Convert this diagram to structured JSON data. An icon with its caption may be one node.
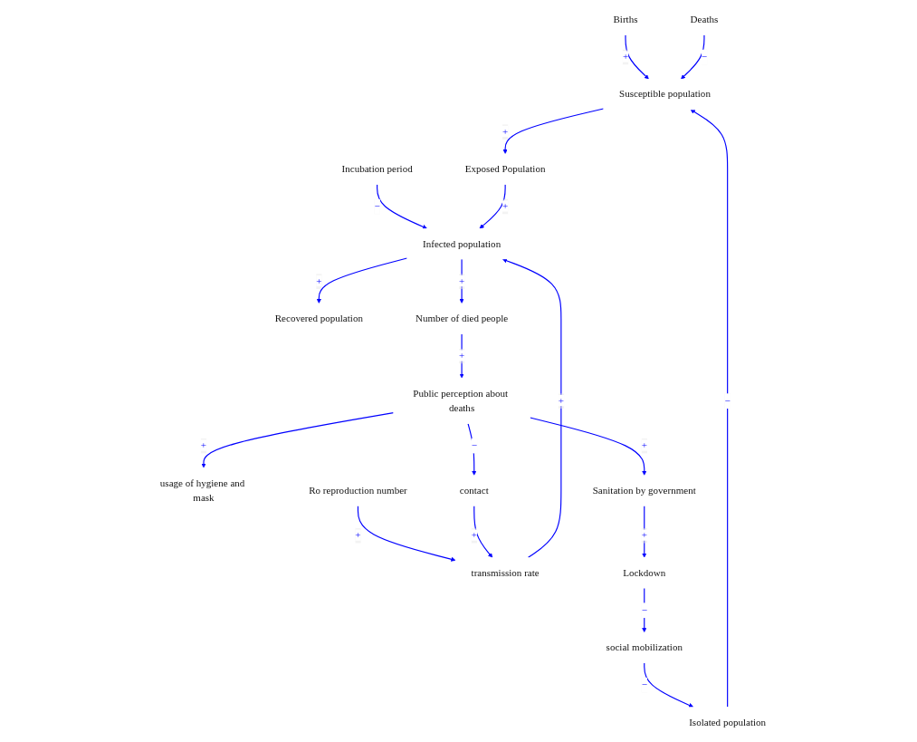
{
  "diagram": {
    "nodes": [
      {
        "text": [
          "Recovered population"
        ]
      },
      {
        "text": [
          "Births"
        ]
      },
      {
        "text": [
          "Incubation period"
        ]
      },
      {
        "text": [
          "Exposed Population"
        ]
      },
      {
        "text": [
          "Deaths"
        ]
      },
      {
        "text": [
          "Infected population"
        ]
      },
      {
        "text": [
          "Susceptible population"
        ]
      },
      {
        "text": [
          "Number of died people"
        ]
      },
      {
        "text": [
          "transmission rate"
        ]
      },
      {
        "text": [
          "Isolated population"
        ]
      },
      {
        "text": [
          "usage of hygiene and mask"
        ]
      },
      {
        "text": [
          "Ro reproduction number"
        ]
      },
      {
        "text": [
          "contact"
        ]
      },
      {
        "text": [
          "social mobilization"
        ]
      },
      {
        "text": [
          "Public perception about deaths"
        ]
      },
      {
        "text": [
          "Lockdown"
        ]
      },
      {
        "text": [
          "Sanitation by government"
        ]
      }
    ],
    "edges": [
      {
        "from": 5,
        "to": 0,
        "arrow": "to",
        "label": "+"
      },
      {
        "from": 2,
        "to": 5,
        "arrow": "to",
        "label": "−"
      },
      {
        "from": 3,
        "to": 5,
        "arrow": "to",
        "label": "+"
      },
      {
        "from": 5,
        "to": 7,
        "arrow": "to",
        "label": "+"
      },
      {
        "from": 8,
        "to": 5,
        "arrow": "to",
        "label": "+"
      },
      {
        "from": 1,
        "to": 6,
        "arrow": "to",
        "label": "+"
      },
      {
        "from": 6,
        "to": 3,
        "arrow": "to",
        "label": "+"
      },
      {
        "from": 4,
        "to": 6,
        "arrow": "to",
        "label": "−"
      },
      {
        "from": 9,
        "to": 6,
        "arrow": "to",
        "label": "−"
      },
      {
        "from": 11,
        "to": 8,
        "arrow": "to",
        "label": "+"
      },
      {
        "from": 12,
        "to": 8,
        "arrow": "to",
        "label": "+"
      },
      {
        "from": 13,
        "to": 9,
        "arrow": "to",
        "label": "−"
      },
      {
        "from": 15,
        "to": 13,
        "arrow": "to",
        "label": "−"
      },
      {
        "from": 7,
        "to": 14,
        "arrow": "to",
        "label": "+"
      },
      {
        "from": 14,
        "to": 10,
        "arrow": "to",
        "label": "+"
      },
      {
        "from": 14,
        "to": 12,
        "arrow": "to",
        "label": "−"
      },
      {
        "from": 14,
        "to": 16,
        "arrow": "to",
        "label": "+"
      },
      {
        "from": 16,
        "to": 15,
        "arrow": "to",
        "label": "+"
      }
    ]
  }
}
